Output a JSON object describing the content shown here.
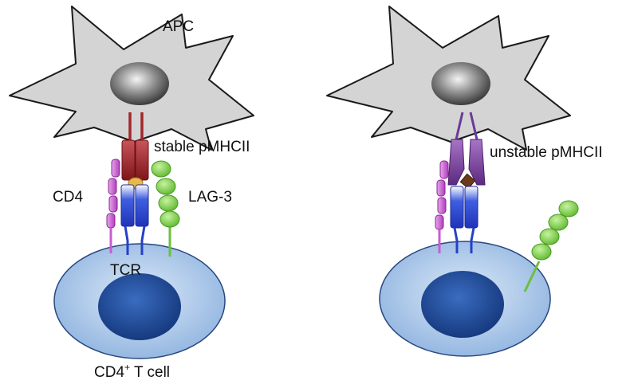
{
  "labels": {
    "apc": "APC",
    "stable_pmhcii": "stable pMHCII",
    "unstable_pmhcii": "unstable pMHCII",
    "cd4": "CD4",
    "lag3": "LAG-3",
    "tcr": "TCR",
    "cell_main": "CD4",
    "cell_sup": "+",
    "cell_rest": " T cell"
  },
  "colors": {
    "apc_fill": "#d3d3d3",
    "apc_stroke": "#1a1a1a",
    "stable_mhc": "#a3262a",
    "unstable_mhc": "#7b3f9a",
    "tcr": "#2540c8",
    "cd4": "#c95bd1",
    "lag3": "#7ed24a",
    "peptide_stable": "#e8b84a",
    "peptide_unstable": "#6b3a1c",
    "tcell_fill": "#9fc0e6",
    "tcell_nucleus": "#1f4fa0"
  }
}
